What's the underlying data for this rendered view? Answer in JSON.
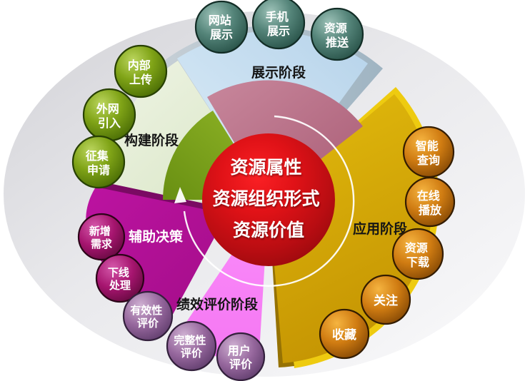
{
  "center": {
    "lines": [
      "资源属性",
      "资源组织形式",
      "资源价值"
    ],
    "color": "#d50f14"
  },
  "stages": [
    {
      "label": "展示阶段",
      "color": "#c9dff2",
      "bubble_color": "#55857a",
      "bubbles": [
        {
          "label": "网站展示",
          "lines": [
            "网站",
            "展示"
          ]
        },
        {
          "label": "手机展示",
          "lines": [
            "手机",
            "展示"
          ]
        },
        {
          "label": "资源推送",
          "lines": [
            "资源",
            "推送"
          ]
        }
      ]
    },
    {
      "label": "构建阶段",
      "color": "#e4edd8",
      "bubble_color": "#80a417",
      "bubbles": [
        {
          "label": "内部上传",
          "lines": [
            "内部",
            "上传"
          ]
        },
        {
          "label": "外网引入",
          "lines": [
            "外网",
            "引入"
          ]
        },
        {
          "label": "征集申请",
          "lines": [
            "征集",
            "申请"
          ]
        }
      ]
    },
    {
      "label": "辅助决策",
      "color": "#b30e95",
      "bubble_color": "#a6156f",
      "bubbles": [
        {
          "label": "新增需求",
          "lines": [
            "新增",
            "需求"
          ]
        },
        {
          "label": "下线处理",
          "lines": [
            "下线",
            "处理"
          ]
        }
      ]
    },
    {
      "label": "绩效评价阶段",
      "color": "#f983f9",
      "bubble_color": "#96679d",
      "bubbles": [
        {
          "label": "有效性评价",
          "lines": [
            "有效性",
            "评价"
          ]
        },
        {
          "label": "完整性评价",
          "lines": [
            "完整性",
            "评价"
          ]
        },
        {
          "label": "用户评价",
          "lines": [
            "用户",
            "评价"
          ]
        }
      ]
    },
    {
      "label": "应用阶段",
      "color": "#d2a407",
      "bubble_color": "#d07c12",
      "bubbles": [
        {
          "label": "智能查询",
          "lines": [
            "智能",
            "查询"
          ]
        },
        {
          "label": "在线播放",
          "lines": [
            "在线",
            "播放"
          ]
        },
        {
          "label": "资源下载",
          "lines": [
            "资源",
            "下载"
          ]
        },
        {
          "label": "关注",
          "lines": [
            "关注"
          ]
        },
        {
          "label": "收藏",
          "lines": [
            "收藏"
          ]
        }
      ]
    }
  ],
  "palette": {
    "background_ellipse": "#e6e6e9",
    "inner_green": "#85ac1e",
    "inner_rose": "#bd7990",
    "ring_arrow": "#ffffff",
    "bevel_gray": "#aebcc6",
    "gold_bright_edge": "#eecb10"
  }
}
